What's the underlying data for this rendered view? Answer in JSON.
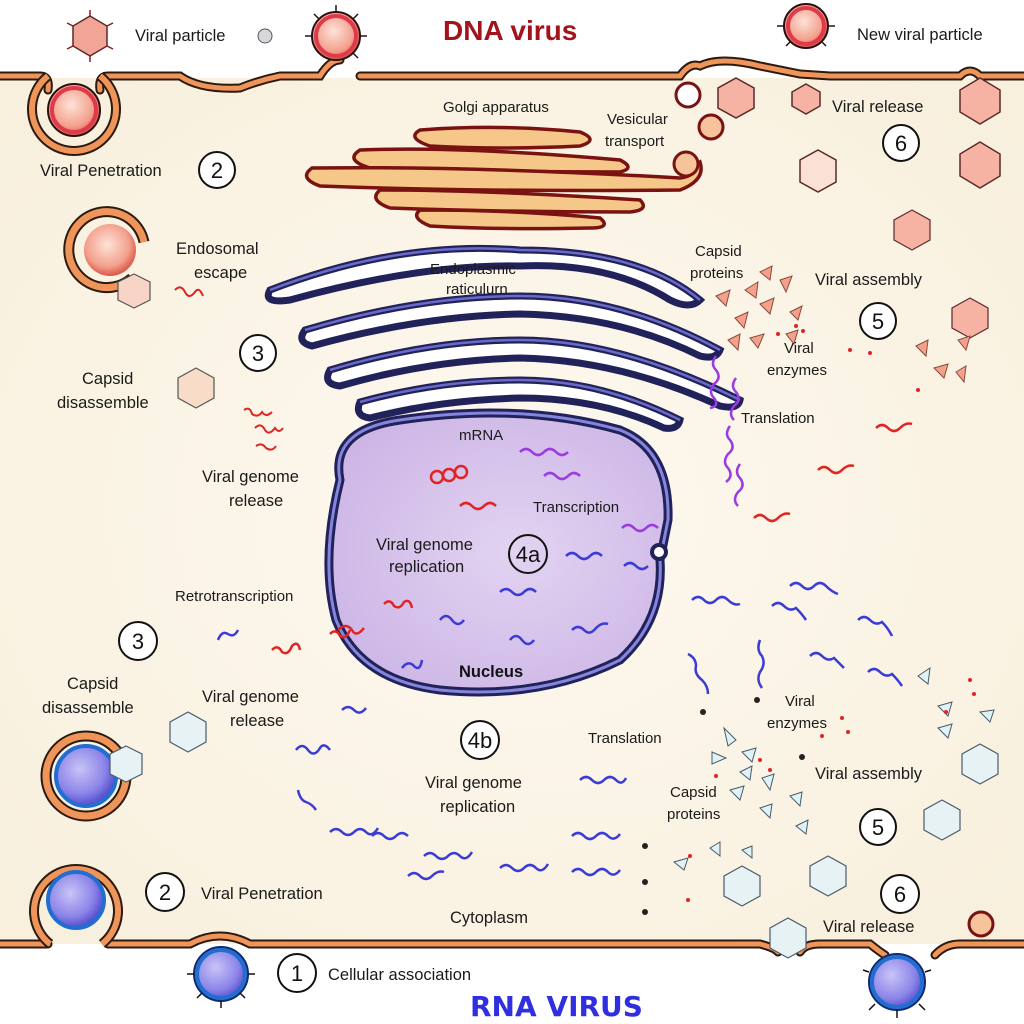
{
  "titles": {
    "dna_virus": "DNA virus",
    "rna_virus": "RNA VIRUS"
  },
  "colors": {
    "dna_accent": "#a3131b",
    "rna_accent": "#2f2fe0",
    "membrane": "#f0955a",
    "cytoplasm": "#fbf5e8",
    "nucleus": "#d9c6ec",
    "er": "#3a3a8c",
    "golgi": "#f5c88a",
    "dna_strand": "#e02424",
    "rna_strand": "#3b3bd6",
    "mrna": "#9b3be0"
  },
  "dna_side": {
    "viral_particle": "Viral particle",
    "new_viral_particle": "New viral particle",
    "penetration": {
      "num": "2",
      "label": "Viral Penetration"
    },
    "endosomal_escape": [
      "Endosomal",
      "escape"
    ],
    "step3": {
      "num": "3"
    },
    "capsid_disassemble": [
      "Capsid",
      "disassemble"
    ],
    "genome_release": [
      "Viral genome",
      "release"
    ],
    "golgi": "Golgi apparatus",
    "vesicular_transport": [
      "Vesicular",
      "transport"
    ],
    "release": {
      "num": "6",
      "label": "Viral release"
    },
    "capsid_proteins": [
      "Capsid",
      "proteins"
    ],
    "assembly": {
      "num": "5",
      "label": "Viral assembly"
    },
    "viral_enzymes": [
      "Viral",
      "enzymes"
    ],
    "translation": "Translation"
  },
  "cell": {
    "er": [
      "Endoplasmic",
      "raticulurn"
    ],
    "mrna": "mRNA",
    "transcription": "Transcription",
    "genome_replication_4a": {
      "num": "4a",
      "label": [
        "Viral genome",
        "replication"
      ]
    },
    "nucleus": "Nucleus",
    "retrotranscription": "Retrotranscription",
    "cytoplasm": "Cytoplasm"
  },
  "rna_side": {
    "step3": {
      "num": "3"
    },
    "capsid_disassemble": [
      "Capsid",
      "disassemble"
    ],
    "genome_release": [
      "Viral genome",
      "release"
    ],
    "genome_replication_4b": {
      "num": "4b",
      "label": [
        "Viral genome",
        "replication"
      ]
    },
    "translation": "Translation",
    "viral_enzymes": [
      "Viral",
      "enzymes"
    ],
    "capsid_proteins": [
      "Capsid",
      "proteins"
    ],
    "assembly": {
      "num": "5",
      "label": "Viral assembly"
    },
    "release": {
      "num": "6",
      "label": "Viral release"
    },
    "penetration": {
      "num": "2",
      "label": "Viral Penetration"
    },
    "association": {
      "num": "1",
      "label": "Cellular association"
    }
  }
}
